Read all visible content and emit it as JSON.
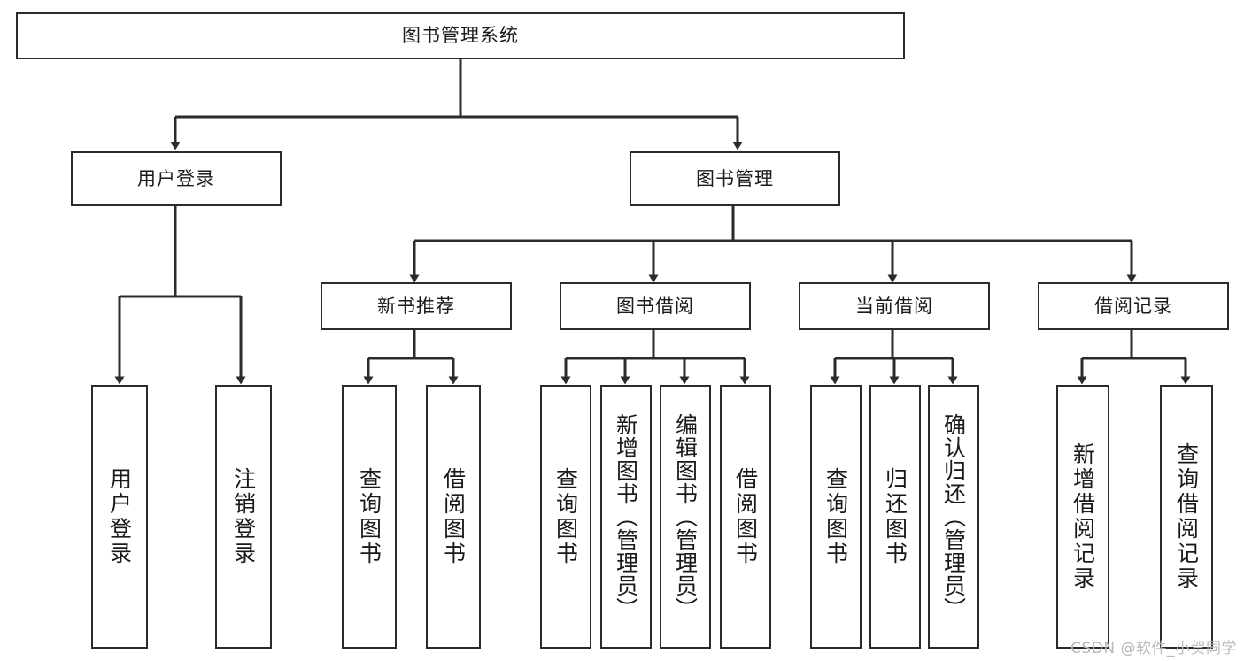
{
  "diagram": {
    "title": "图书管理系统",
    "type": "tree",
    "watermark": "CSDN @软件_小贺同学",
    "stroke_color": "#2b2b2b",
    "fill_color": "#ffffff",
    "text_color": "#1a1a1a",
    "nodes": {
      "root": "图书管理系统",
      "level1": {
        "user_login": "用户登录",
        "book_management": "图书管理"
      },
      "level2": {
        "new_book_recommend": "新书推荐",
        "book_borrow": "图书借阅",
        "current_borrow": "当前借阅",
        "borrow_record": "借阅记录"
      },
      "leaves": {
        "user_login_1": "用户登录",
        "user_login_2": "注销登录",
        "new_book_1": "查询图书",
        "new_book_2": "借阅图书",
        "borrow_1": "查询图书",
        "borrow_2": "新增图书（管理员）",
        "borrow_3": "编辑图书（管理员）",
        "borrow_4": "借阅图书",
        "current_1": "查询图书",
        "current_2": "归还图书",
        "current_3": "确认归还（管理员）",
        "record_1": "新增借阅记录",
        "record_2": "查询借阅记录"
      }
    }
  }
}
